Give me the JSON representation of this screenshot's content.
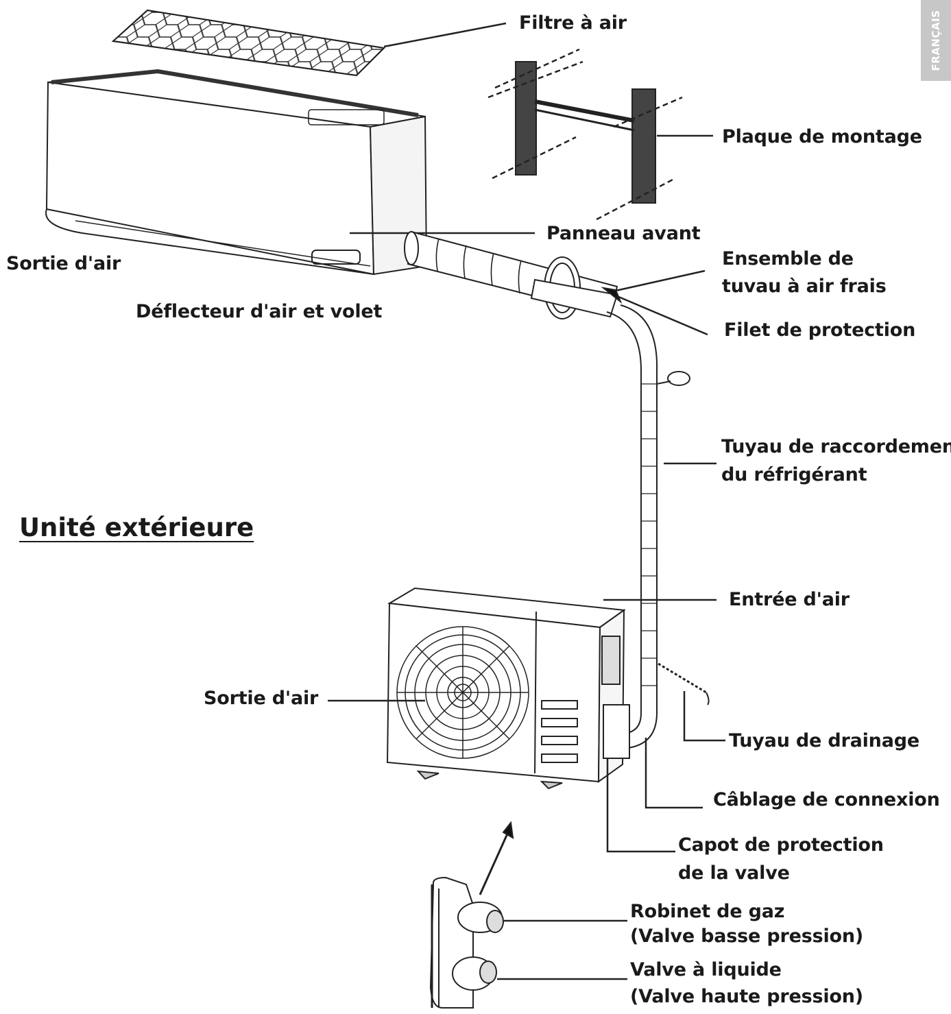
{
  "language_tab": "FRANÇAIS",
  "section_heading": "Unité extérieure",
  "labels": {
    "air_filter": "Filtre à air",
    "mounting_plate": "Plaque de montage",
    "front_panel": "Panneau avant",
    "air_outlet_indoor": "Sortie d'air",
    "air_deflector": "Déflecteur d'air et volet",
    "fresh_air_assembly_line1": "Ensemble de",
    "fresh_air_assembly_line2": "tuvau à air frais",
    "protection_net": "Filet de protection",
    "refrigerant_pipe_line1": "Tuyau de raccordement",
    "refrigerant_pipe_line2": "du réfrigérant",
    "air_inlet": "Entrée d'air",
    "air_outlet_outdoor": "Sortie d'air",
    "drain_hose": "Tuyau de drainage",
    "connection_wiring": "Câblage de connexion",
    "valve_cover_line1": "Capot de protection",
    "valve_cover_line2": "de la valve",
    "gas_valve_line1": "Robinet de gaz",
    "gas_valve_line2": "(Valve basse pression)",
    "liquid_valve_line1": "Valve à liquide",
    "liquid_valve_line2": "(Valve haute pression)"
  }
}
